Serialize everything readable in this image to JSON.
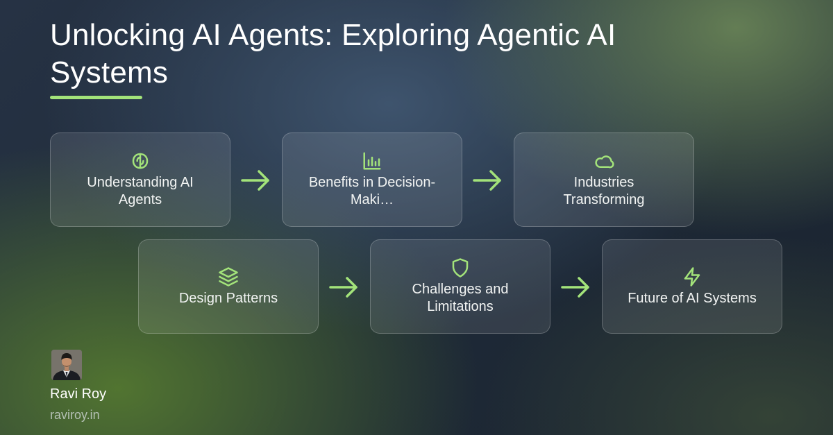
{
  "title": "Unlocking AI Agents: Exploring Agentic AI Systems",
  "colors": {
    "accent": "#a3e37a",
    "card_border": "#ffffff"
  },
  "nodes": [
    {
      "label": "Understanding AI Agents",
      "icon": "brain-icon"
    },
    {
      "label": "Benefits in Decision-Maki…",
      "icon": "bar-chart-icon"
    },
    {
      "label": "Industries Transforming",
      "icon": "cloud-icon"
    },
    {
      "label": "Design Patterns",
      "icon": "layers-icon"
    },
    {
      "label": "Challenges and Limitations",
      "icon": "shield-icon"
    },
    {
      "label": "Future of AI Systems",
      "icon": "lightning-icon"
    }
  ],
  "edges": [
    {
      "from": 0,
      "to": 1
    },
    {
      "from": 1,
      "to": 2
    },
    {
      "from": 3,
      "to": 4
    },
    {
      "from": 4,
      "to": 5
    }
  ],
  "author": {
    "name": "Ravi Roy",
    "site": "raviroy.in"
  }
}
